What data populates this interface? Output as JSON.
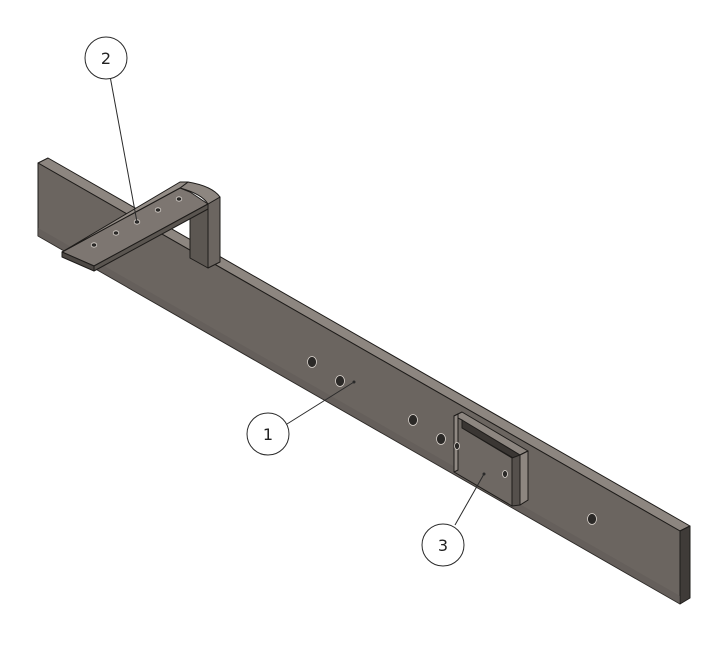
{
  "balloons": [
    {
      "id": "item-1",
      "label": "1"
    },
    {
      "id": "item-2",
      "label": "2"
    },
    {
      "id": "item-3",
      "label": "3"
    }
  ],
  "colors": {
    "steel_face": "#6b6560",
    "steel_top": "#8d8680",
    "steel_dark": "#4a4541",
    "steel_light": "#a39c95",
    "edge": "#1e1c1a",
    "balloon_stroke": "#2a2a2a"
  }
}
